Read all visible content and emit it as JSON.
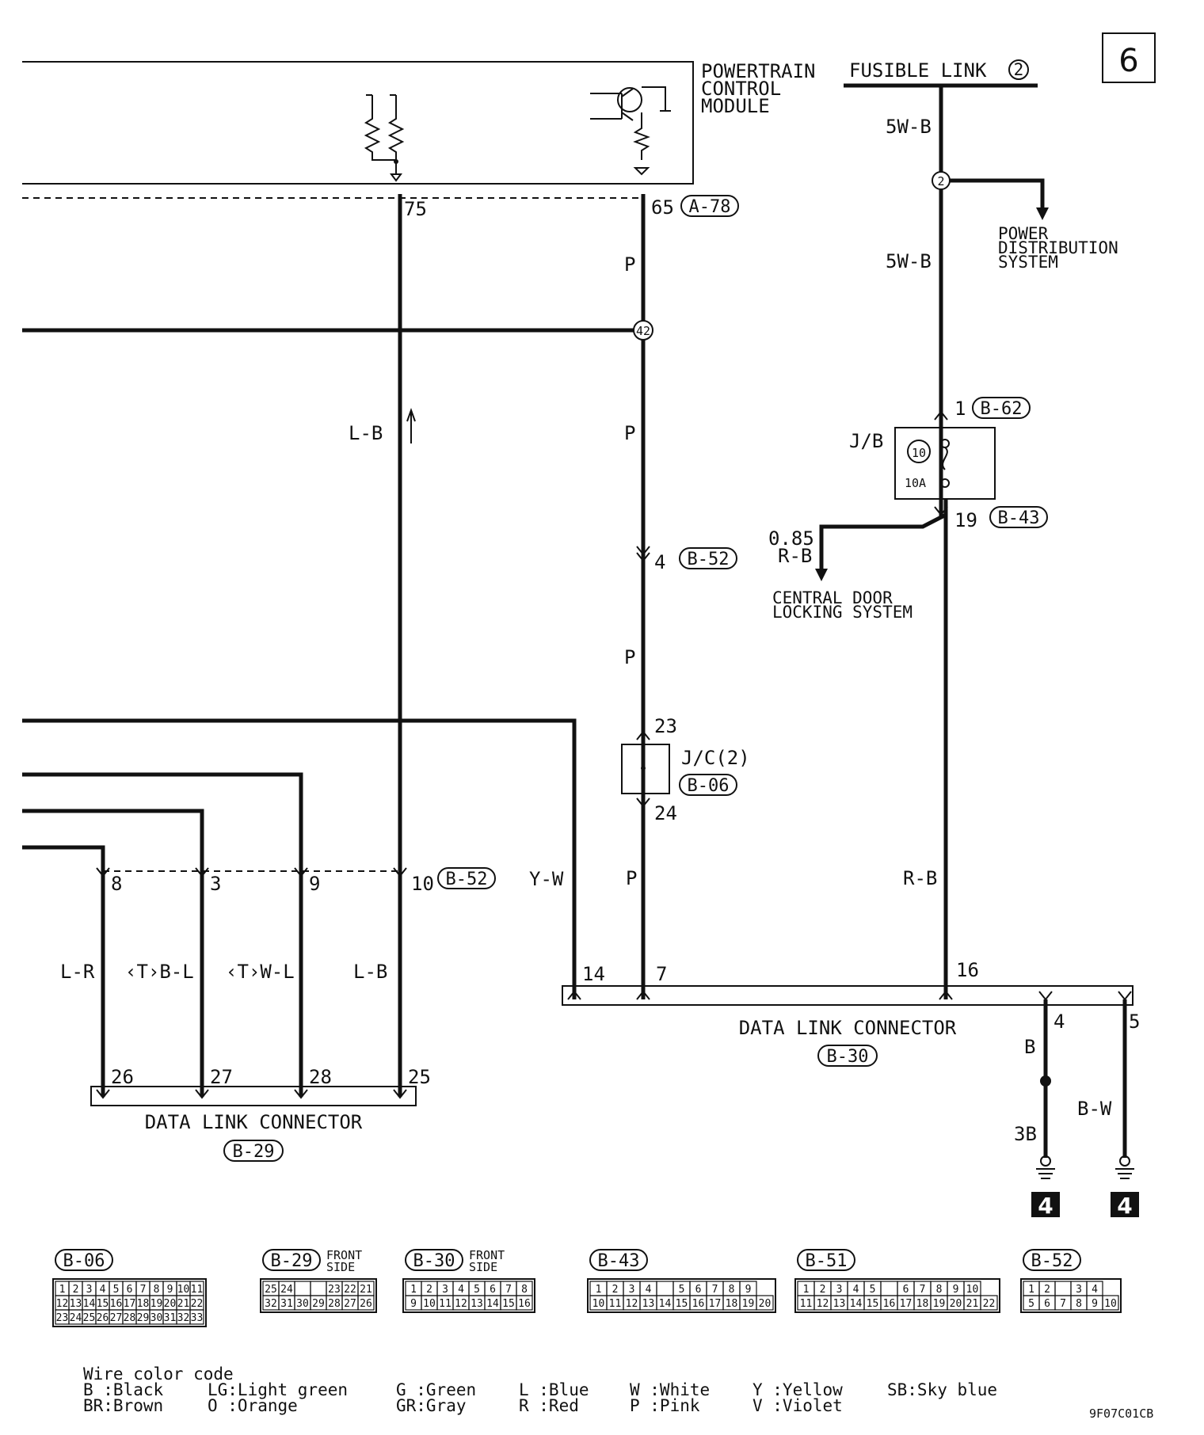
{
  "page_number": "6",
  "pcm": {
    "title": [
      "POWERTRAIN",
      "CONTROL",
      "MODULE"
    ],
    "pin_75": "75",
    "pin_65": "65",
    "connector": "A-78"
  },
  "fusible_link": {
    "label": "FUSIBLE LINK",
    "number": "2"
  },
  "power_distribution": {
    "lines": [
      "POWER",
      "DISTRIBUTION",
      "SYSTEM"
    ],
    "splice": "2"
  },
  "wires": {
    "w5wb_1": "5W-B",
    "w5wb_2": "5W-B",
    "p1": "P",
    "p2": "P",
    "p3": "P",
    "p4": "P",
    "lb_upper": "L-B",
    "lb_lower": "L-B",
    "lr": "L-R",
    "tbl": "‹T›B-L",
    "twl": "‹T›W-L",
    "yw": "Y-W",
    "rb": "R-B",
    "rb_085a": "0.85",
    "rb_085b": "R-B",
    "b": "B",
    "bw": "B-W",
    "b3": "3B"
  },
  "splice_42": "42",
  "jb": {
    "label": "J/B",
    "fuse_no": "10",
    "amp": "10A",
    "pin1": "1",
    "conn1": "B-62",
    "pin19": "19",
    "conn19": "B-43"
  },
  "central_door": {
    "lines": [
      "CENTRAL DOOR",
      "LOCKING SYSTEM"
    ]
  },
  "b52_upper": {
    "pin": "4",
    "connector": "B-52"
  },
  "jc": {
    "label": "J/C(2)",
    "connector": "B-06",
    "pin_top": "23",
    "pin_bot": "24"
  },
  "b52_lower": {
    "pins": [
      "8",
      "3",
      "9",
      "10"
    ],
    "connector": "B-52"
  },
  "dlc_b29": {
    "label": "DATA LINK CONNECTOR",
    "connector": "B-29",
    "pins": [
      "26",
      "27",
      "28",
      "25"
    ]
  },
  "dlc_b30": {
    "label": "DATA LINK CONNECTOR",
    "connector": "B-30",
    "pins": [
      "14",
      "7",
      "16",
      "4",
      "5"
    ]
  },
  "grounds": [
    "4",
    "4"
  ],
  "connector_views": [
    {
      "id": "B-06",
      "side": "",
      "rows": [
        [
          "1",
          "2",
          "3",
          "4",
          "5",
          "6",
          "7",
          "8",
          "9",
          "10",
          "11"
        ],
        [
          "12",
          "13",
          "14",
          "15",
          "16",
          "17",
          "18",
          "19",
          "20",
          "21",
          "22"
        ],
        [
          "23",
          "24",
          "25",
          "26",
          "27",
          "28",
          "29",
          "30",
          "31",
          "32",
          "33"
        ]
      ]
    },
    {
      "id": "B-29",
      "side": "FRONT SIDE",
      "rows": [
        [
          "25",
          "24",
          "",
          "",
          "23",
          "22",
          "21"
        ],
        [
          "32",
          "31",
          "30",
          "29",
          "28",
          "27",
          "26"
        ]
      ]
    },
    {
      "id": "B-30",
      "side": "FRONT SIDE",
      "rows": [
        [
          "1",
          "2",
          "3",
          "4",
          "5",
          "6",
          "7",
          "8"
        ],
        [
          "9",
          "10",
          "11",
          "12",
          "13",
          "14",
          "15",
          "16"
        ]
      ]
    },
    {
      "id": "B-43",
      "side": "",
      "rows": [
        [
          "1",
          "2",
          "3",
          "4",
          "",
          "5",
          "6",
          "7",
          "8",
          "9"
        ],
        [
          "10",
          "11",
          "12",
          "13",
          "14",
          "15",
          "16",
          "17",
          "18",
          "19",
          "20"
        ]
      ]
    },
    {
      "id": "B-51",
      "side": "",
      "rows": [
        [
          "1",
          "2",
          "3",
          "4",
          "5",
          "",
          "6",
          "7",
          "8",
          "9",
          "10"
        ],
        [
          "11",
          "12",
          "13",
          "14",
          "15",
          "16",
          "17",
          "18",
          "19",
          "20",
          "21",
          "22"
        ]
      ]
    },
    {
      "id": "B-52",
      "side": "",
      "rows": [
        [
          "1",
          "2",
          "",
          "3",
          "4"
        ],
        [
          "5",
          "6",
          "7",
          "8",
          "9",
          "10"
        ]
      ]
    }
  ],
  "wire_color_code": {
    "title": "Wire color code",
    "entries": [
      [
        "B :Black",
        "BR:Brown"
      ],
      [
        "LG:Light green",
        "O :Orange"
      ],
      [
        "G :Green",
        "GR:Gray"
      ],
      [
        "L :Blue",
        "R :Red"
      ],
      [
        "W :White",
        "P :Pink"
      ],
      [
        "Y :Yellow",
        "V :Violet"
      ],
      [
        "SB:Sky blue",
        ""
      ]
    ]
  },
  "figure_code": "9F07C01CB"
}
